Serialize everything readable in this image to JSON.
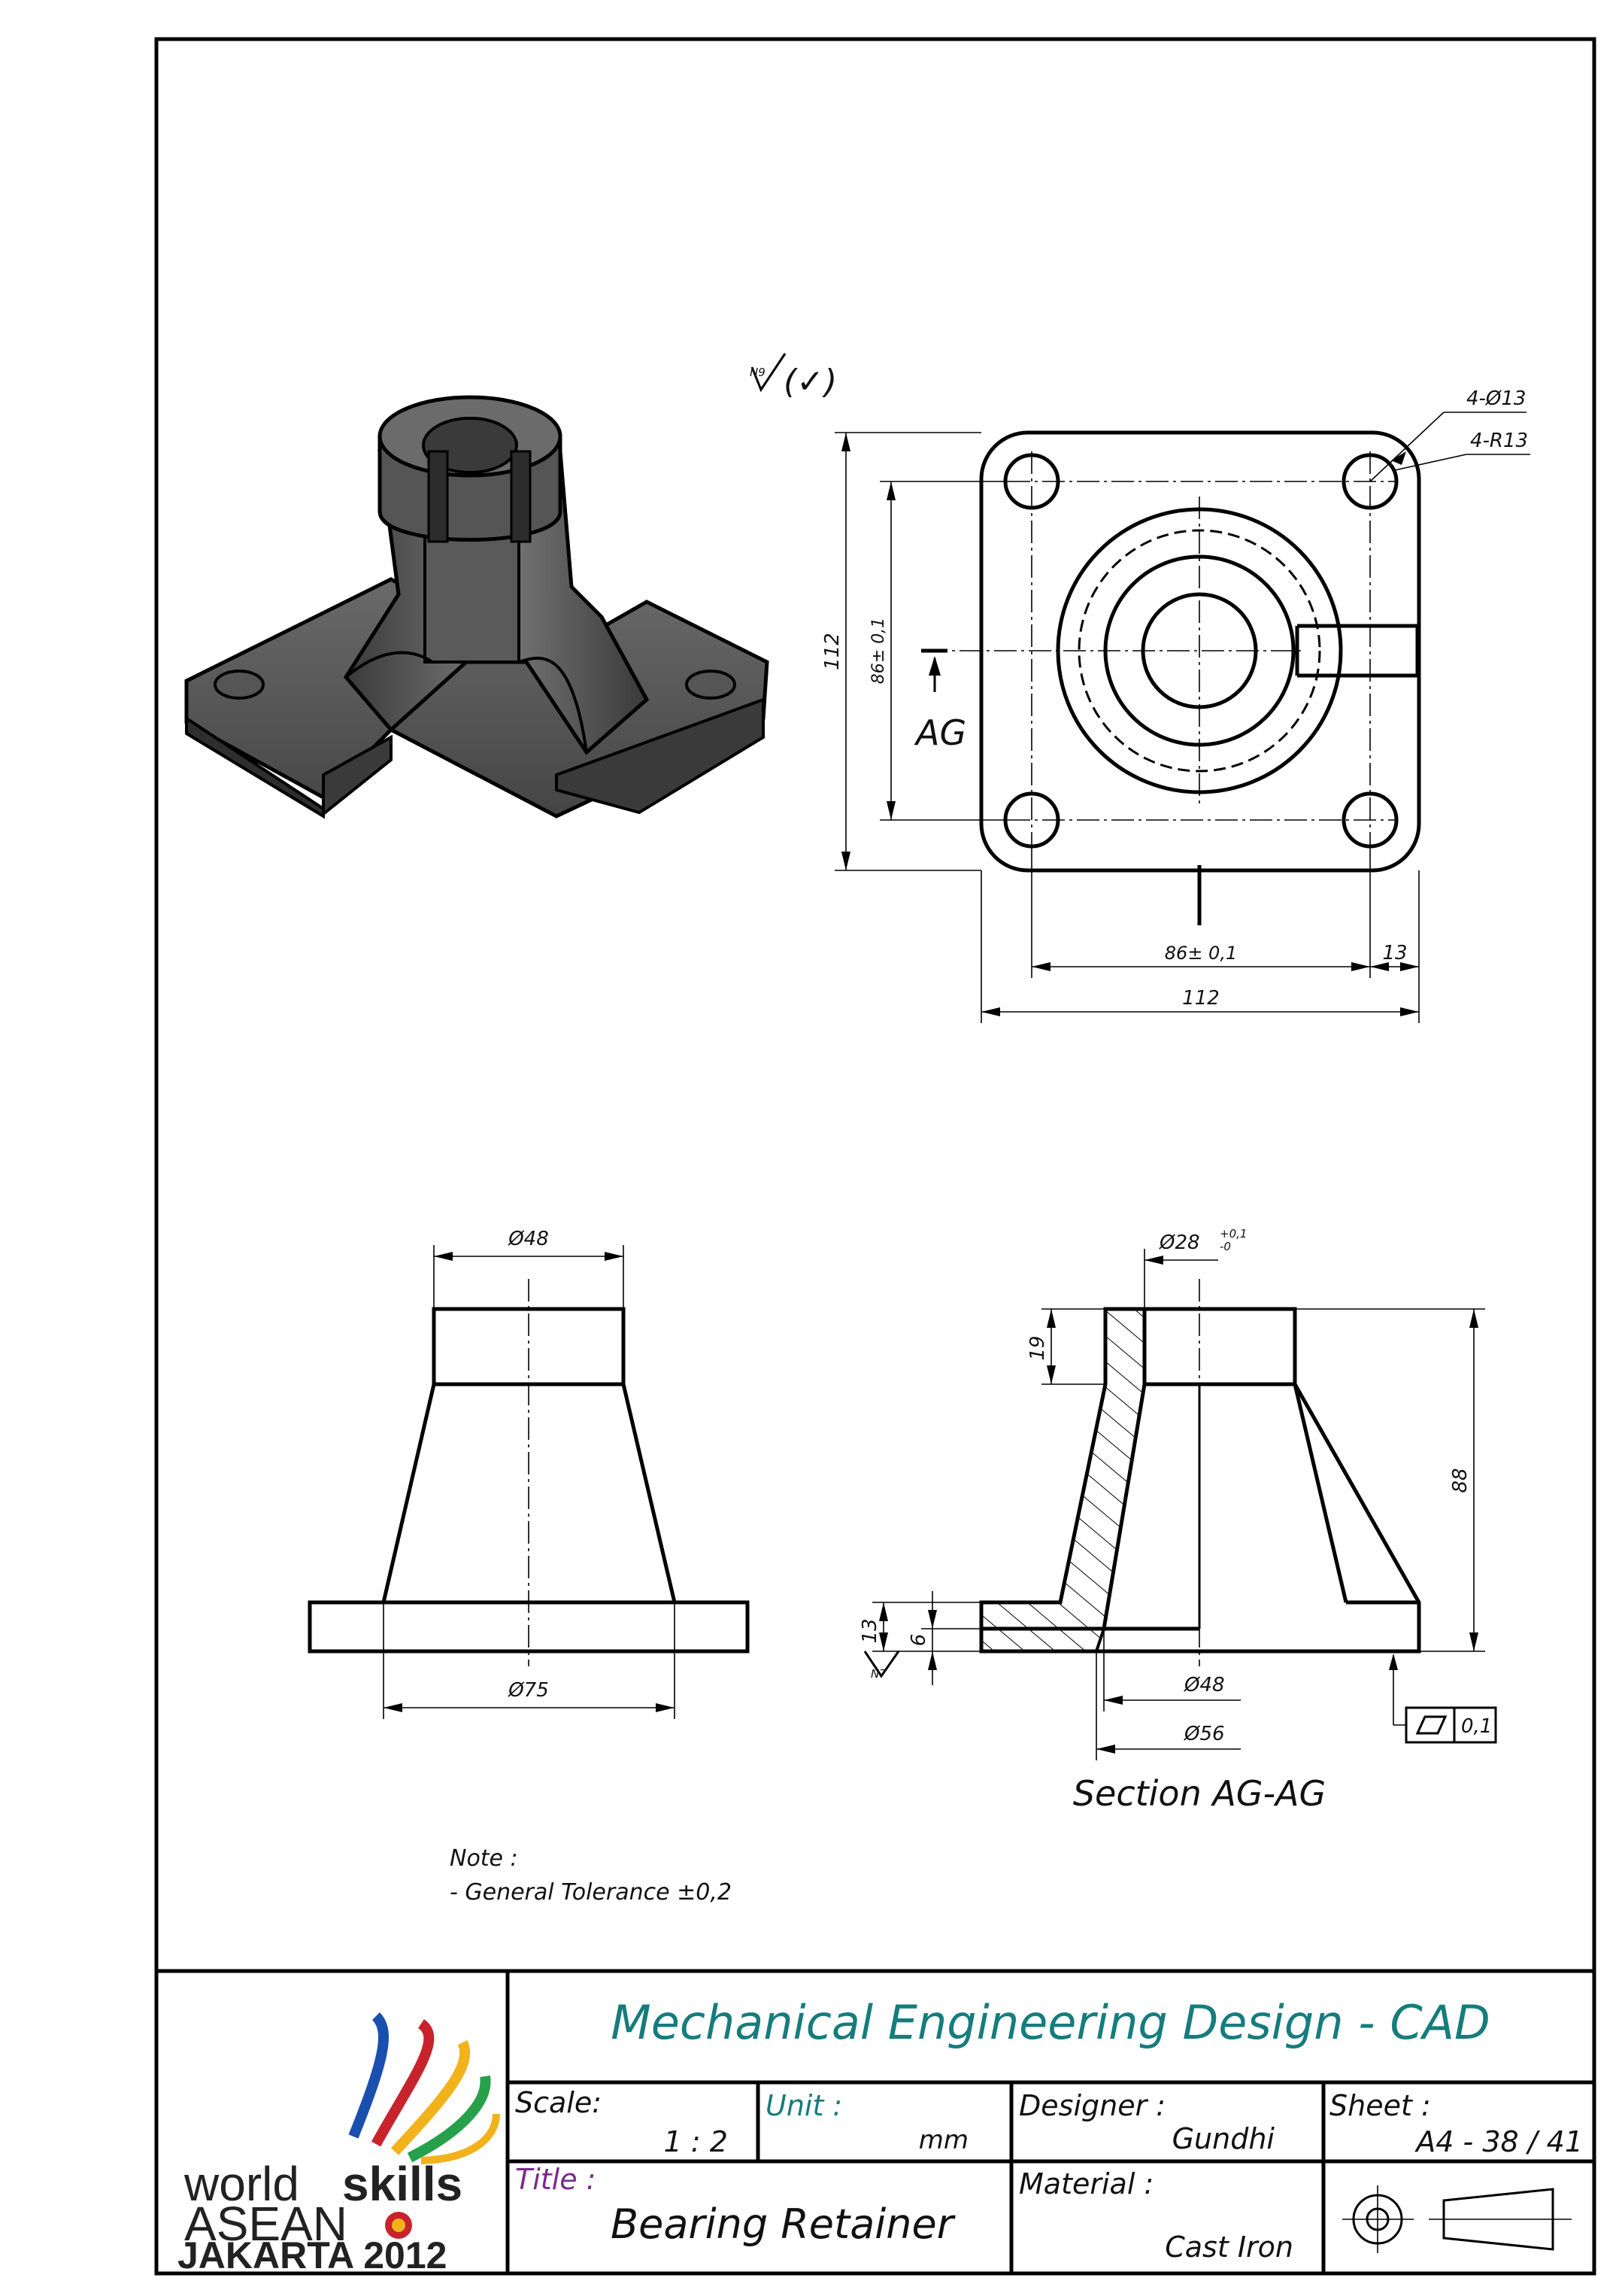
{
  "surface_symbol": {
    "note": "N9",
    "bracket": "(✓)"
  },
  "top_view": {
    "hole_callout": "4-Ø13",
    "radius_callout": "4-R13",
    "dim_height_overall": "112",
    "dim_height_holes": "86± 0,1",
    "dim_width_holes": "86± 0,1",
    "dim_width_overall": "112",
    "dim_edge": "13",
    "section_marker": "AG"
  },
  "front_view": {
    "dim_top_dia": "Ø48",
    "dim_base_dia": "Ø75"
  },
  "section_view": {
    "dim_bore": "Ø28",
    "dim_bore_tol_upper": "+0,1",
    "dim_bore_tol_lower": "-0",
    "dim_hub_height": "19",
    "dim_total_height": "88",
    "dim_base_height": "13",
    "dim_base_inner": "6",
    "surface_note": "N7",
    "dim_inner_dia": "Ø48",
    "dim_outer_dia": "Ø56",
    "flatness_value": "0,1",
    "caption": "Section AG-AG"
  },
  "notes": {
    "heading": "Note :",
    "general_tolerance": "- General Tolerance ±0,2"
  },
  "title_block": {
    "heading": "Mechanical Engineering Design - CAD",
    "scale_label": "Scale:",
    "scale_value": "1 : 2",
    "unit_label": "Unit :",
    "unit_value": "mm",
    "designer_label": "Designer :",
    "designer_value": "Gundhi",
    "sheet_label": "Sheet :",
    "sheet_value": "A4 - 38 / 41",
    "title_label": "Title :",
    "title_value": "Bearing Retainer",
    "material_label": "Material :",
    "material_value": "Cast Iron"
  },
  "logo": {
    "line1_light": "world",
    "line1_bold": "skills",
    "line2": "ASEAN",
    "line3": "JAKARTA 2012"
  }
}
